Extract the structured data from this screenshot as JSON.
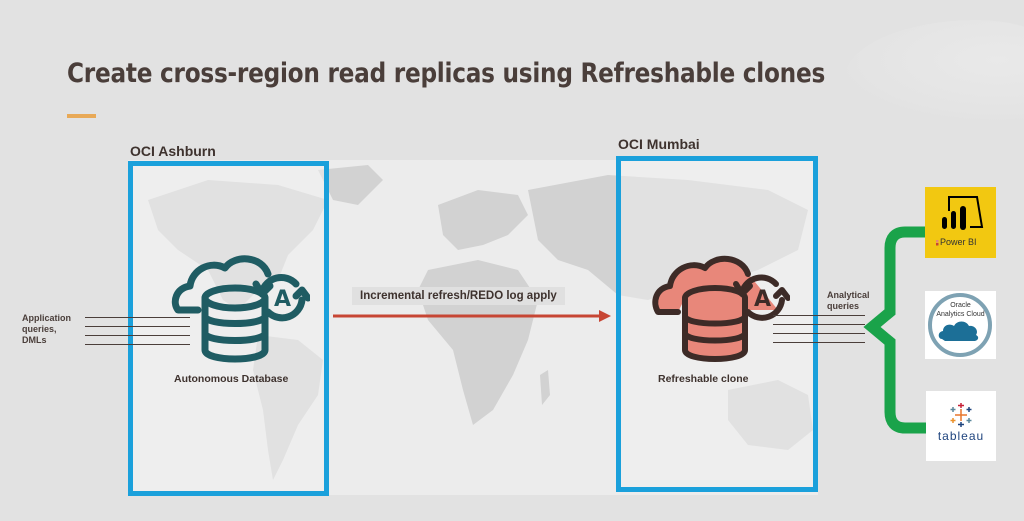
{
  "slide": {
    "title": "Create cross-region read replicas using Refreshable clones",
    "accent_color": "#e8a957",
    "title_color": "#4a3e3a"
  },
  "inputs": {
    "label_lines": [
      "Application",
      "queries,",
      "DMLs"
    ]
  },
  "regions": [
    {
      "name": "OCI Ashburn",
      "node_label": "Autonomous Database",
      "icon": "autonomous-database-icon",
      "icon_color": "#1f5c63",
      "border_color": "#1aa0db"
    },
    {
      "name": "OCI Mumbai",
      "node_label": "Refreshable clone",
      "icon": "refreshable-clone-icon",
      "icon_color": "#e8877a",
      "icon_stroke": "#3d2b27",
      "border_color": "#1aa0db"
    }
  ],
  "replication": {
    "label": "Incremental refresh/REDO log apply",
    "arrow_color": "#c74634"
  },
  "outputs": {
    "label_lines": [
      "Analytical",
      "queries"
    ],
    "brace_color": "#1aa34a"
  },
  "tools": [
    {
      "name": "Power BI",
      "icon": "power-bi-icon",
      "bg": "#f2c811"
    },
    {
      "name_lines": [
        "Oracle",
        "Analytics Cloud"
      ],
      "icon": "oracle-analytics-cloud-icon",
      "bg": "#ffffff"
    },
    {
      "name": "tableau",
      "icon": "tableau-icon",
      "bg": "#ffffff"
    }
  ]
}
